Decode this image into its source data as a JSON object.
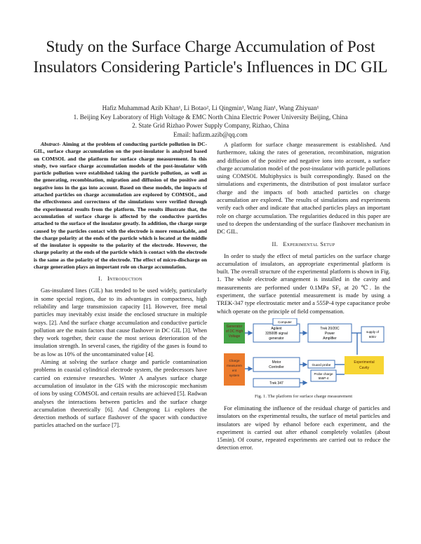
{
  "title": "Study on the Surface Charge Accumulation of Post Insulators Considering Particle's Influences in DC GIL",
  "authors": {
    "names": "Hafiz Muhammad Azib Khan¹, Li Botao², Li Qingmin¹, Wang Jian¹, Wang Zhiyuan¹",
    "affil1": "1. Beijing Key Laboratory of High Voltage & EMC North China Electric Power University Beijing, China",
    "affil2": "2. State Grid Rizhao Power Supply Company, Rizhao, China",
    "email": "Email: hafizm.azib@qq.com"
  },
  "abstract": {
    "label": "Abstract-",
    "text": " Aiming at the problem of conducting particle pollution in DC-GIL, surface charge accumulation on the post-insulator is analyzed based on COMSOL and the platform for surface charge measurement. In this study, two surface charge accumulation models of the post-insulator with particle pollution were established taking the particle pollution, as well as the generating, recombination, migration and diffusion of the positive and negative ions in the gas into account. Based on these models, the impacts of attached particles on charge accumulation are explored by COMSOL, and the effectiveness and correctness of the simulations were verified through the experimental results from the platform. The results illustrate that, the accumulation of surface charge is affected by the conductive particles attached to the surface of the insulator greatly. In addition, the charge surge caused by the particles contact with the electrode is more remarkable, and the charge polarity at the ends of the particle which is located at the middle of the insulator is opposite to the polarity of the electrode. However, the charge polarity at the ends of the particle which is contact with the electrode is the same as the polarity of the electrode. The effect of micro-discharge on charge generation plays an important role on charge accumulation."
  },
  "sections": {
    "s1_num": "I.",
    "s1_title": "Introduction",
    "s2_num": "II.",
    "s2_title": "Experimental Setup"
  },
  "intro": {
    "p1": "Gas-insulated lines (GIL) has tended to be used widely, particularly in some special regions, due to its advantages in compactness, high reliability and large transmission capacity [1]. However, free metal particles may inevitably exist inside the enclosed structure in multiple ways. [2]. And the surface charge accumulation and conductive particle pollution are the main factors that cause flashover in DC GIL [3]. When they work together, their cause the most serious deterioration of the insulation strength. In several cases, the rigidity of the gases is found to be as low as 10% of the uncontaminated value [4].",
    "p2": "Aiming at solving the surface charge and particle contamination problems in coaxial cylindrical electrode system, the predecessors have carried on extensive researches. Winter A analyses surface charge accumulation of insulator in the GIS with the microscopic mechanism of ions by using COMSOL and certain results are achieved [5]. Radwan analyses the interactions between particles and the surface charge accumulation theoretically [6]. And Chengrong Li explores the detection methods of surface flashover of the spacer with conductive particles attached on the surface [7]."
  },
  "right": {
    "p1": "A platform for surface charge measurement is established. And furthermore, taking the rates of generation, recombination, migration and diffusion of the positive and negative ions into account, a surface charge accumulation model of the post-insulator with particle pollutions using COMSOL Multiphysics is built correspondingly. Based on the simulations and experiments, the distribution of post insulator surface charge and the impacts of both attached particles on charge accumulation are explored. The results of simulations and experiments verify each other and indicate that attached particles plays an important role on charge accumulation. The regularities deduced in this paper are used to deepen the understanding of the surface flashover mechanism in DC GIL.",
    "p2": "In order to study the effect of metal particles on the surface charge accumulation of insulators, an appropriate experimental platform is built. The overall structure of the experimental platform is shown in Fig. 1. The whole electrode arrangement is installed in the cavity and measurements are performed under 0.1MPa SF₆ at 20 ℃. In the experiment, the surface potential measurement is made by using a TREK-347 type electrostatic meter and a 555P-4 type capacitance probe which operate on the principle of field compensation.",
    "p3": "For eliminating the influence of the residual charge of particles and insulators on the experimental results, the surface of metal particles and insulators are wiped by ethanol before each experiment, and the experiment is carried out after ethanol completely volatiles (about 15min). Of course, repeated experiments are carried out to reduce the detection error."
  },
  "figure": {
    "caption": "Fig. 1.  The platform for surface charge measurement",
    "box_hv": "Generator of DC High Voltage",
    "box_agilent": "Agilent 33500B signal generator",
    "box_computer": "Computer waveform",
    "box_trek_amp": "Trek 20/20C Power Amplifier",
    "box_supply": "supply of 60kV",
    "box_charge": "Charge measurement system",
    "box_motor": "Motor Controller",
    "box_guard": "Guard probe",
    "box_probe": "Probe charge 555P-4",
    "box_cavity": "Experimental Cavity",
    "box_trek347": "Trek 347",
    "colors": {
      "green": "#46a346",
      "orange": "#ec7b2c",
      "blue": "#3c78c6",
      "yellow": "#f7d533",
      "gray": "#8c8c8c"
    }
  }
}
